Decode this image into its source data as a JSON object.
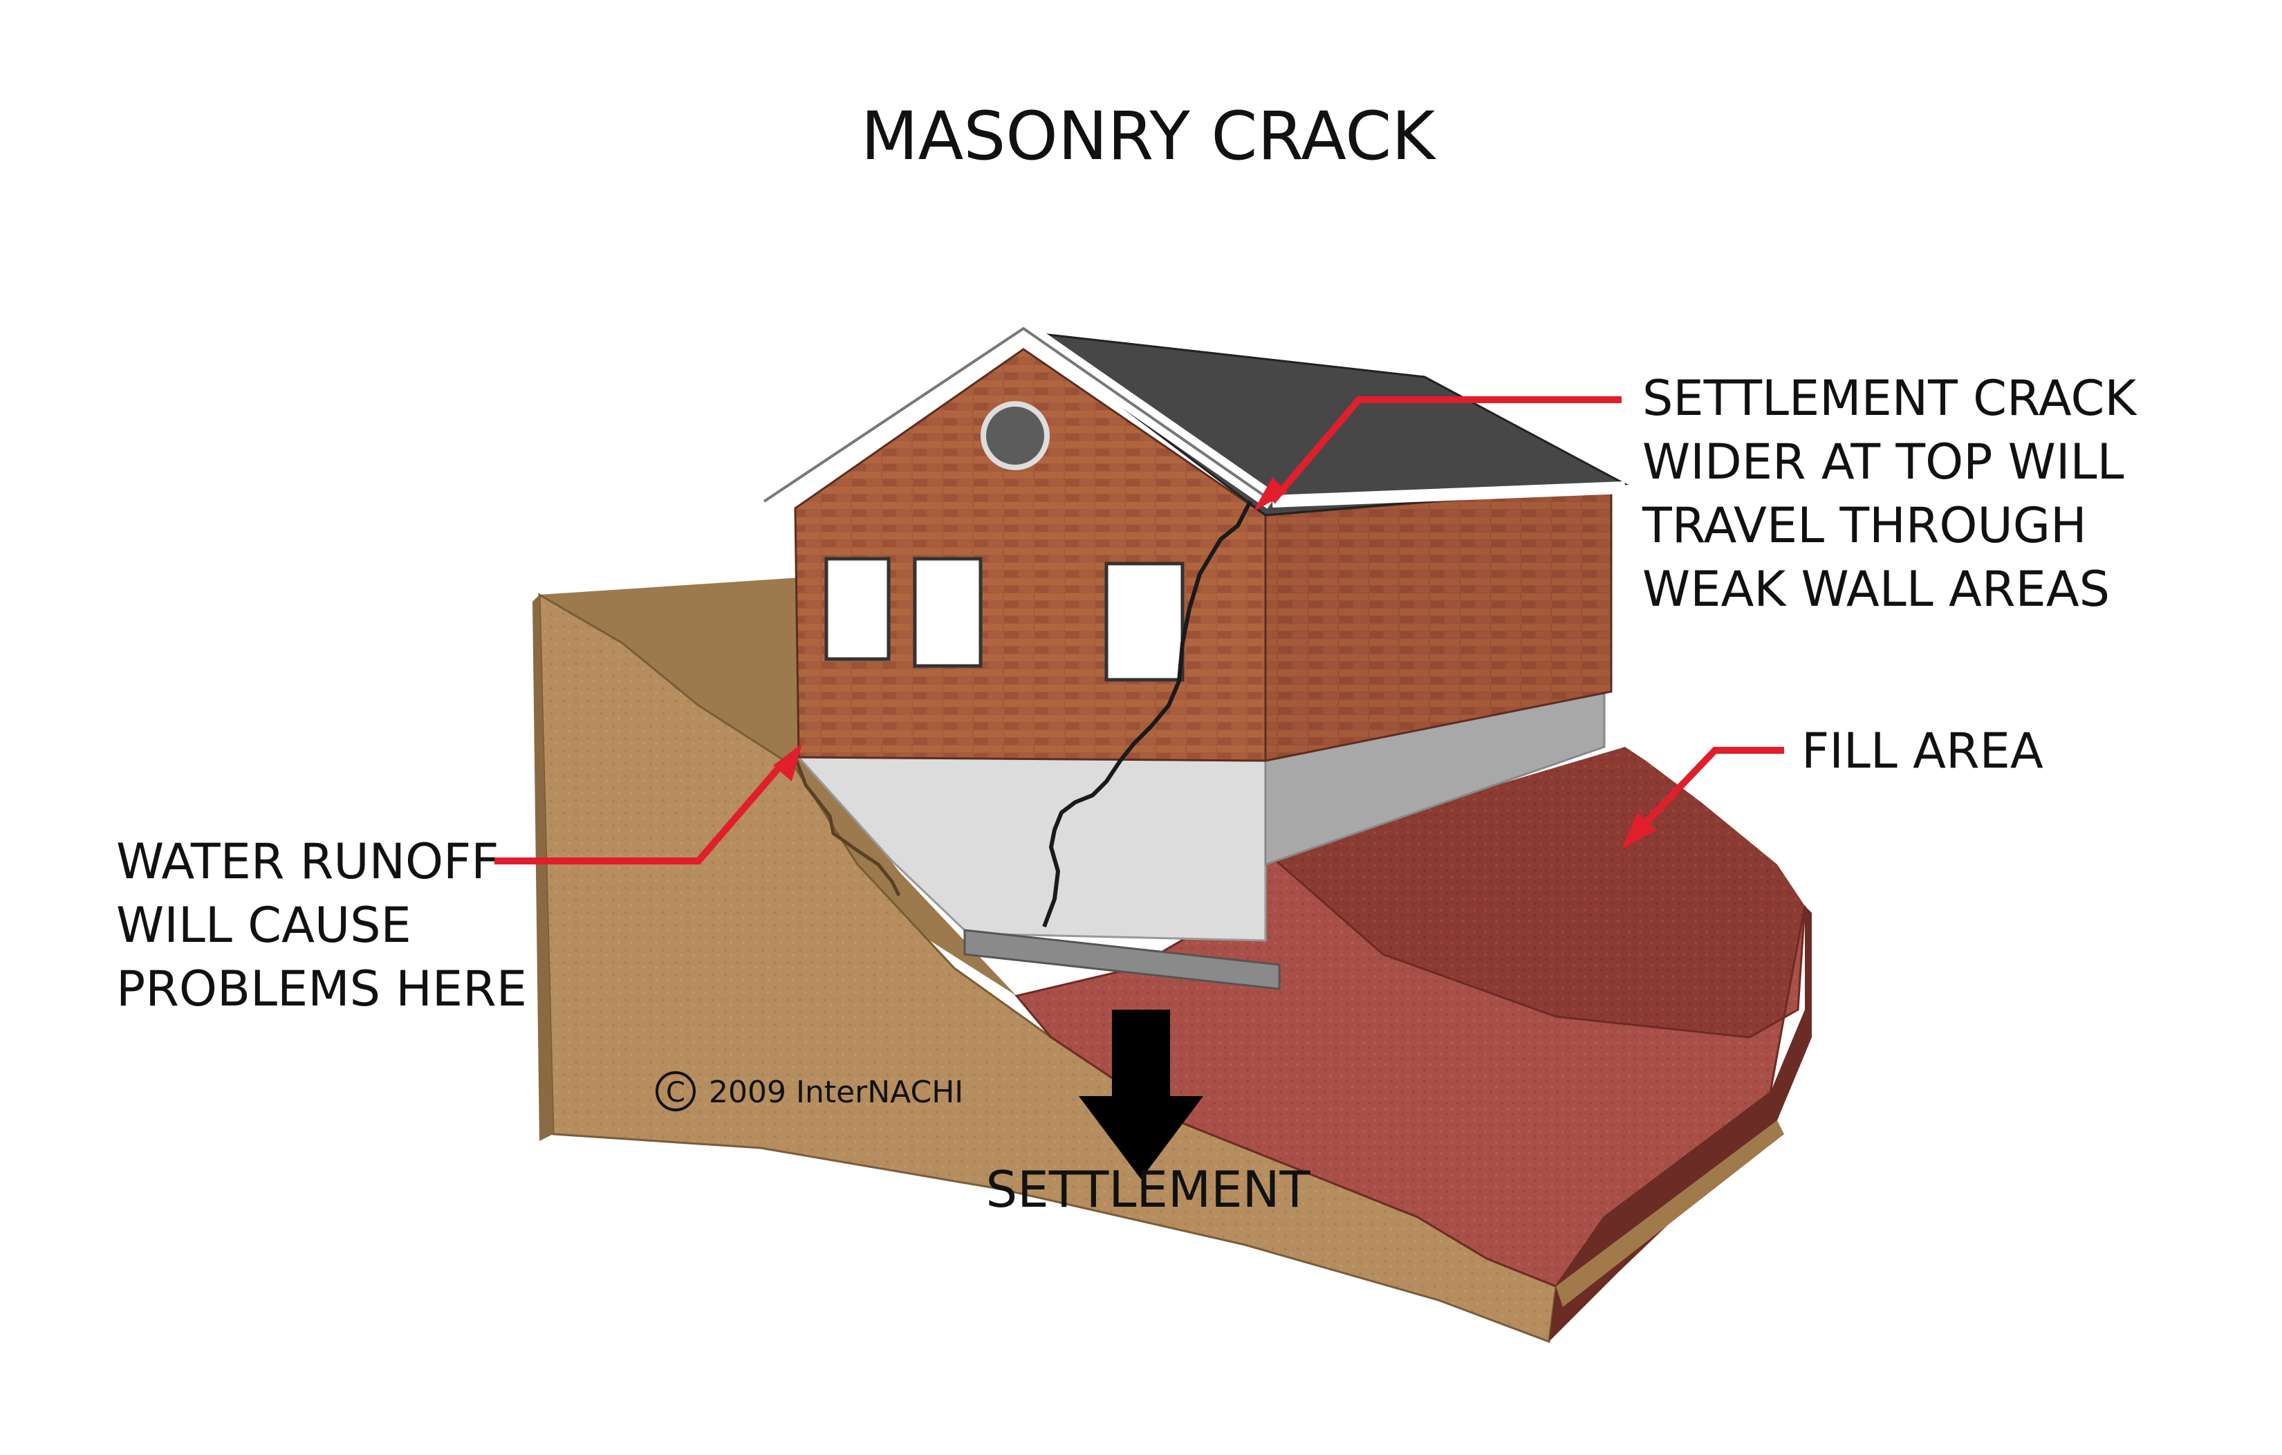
{
  "title": "MASONRY CRACK",
  "labels": {
    "settlement_crack": [
      "SETTLEMENT CRACK",
      "WIDER AT TOP WILL",
      "TRAVEL THROUGH",
      "WEAK WALL AREAS"
    ],
    "fill_area": "FILL AREA",
    "water_runoff": [
      "WATER RUNOFF",
      "WILL CAUSE",
      "PROBLEMS HERE"
    ],
    "settlement": "SETTLEMENT",
    "copyright_symbol": "C",
    "copyright": "2009  InterNACHI"
  },
  "colors": {
    "callout_red": "#e01e2c",
    "soil": "#b08a5c",
    "fill_soil": "#8a3a32",
    "brick": "#a65a40",
    "foundation": "#dadada",
    "roof": "#4a4a4a"
  },
  "icons": {
    "settlement_arrow": "down-arrow-icon",
    "copyright": "copyright-icon"
  }
}
